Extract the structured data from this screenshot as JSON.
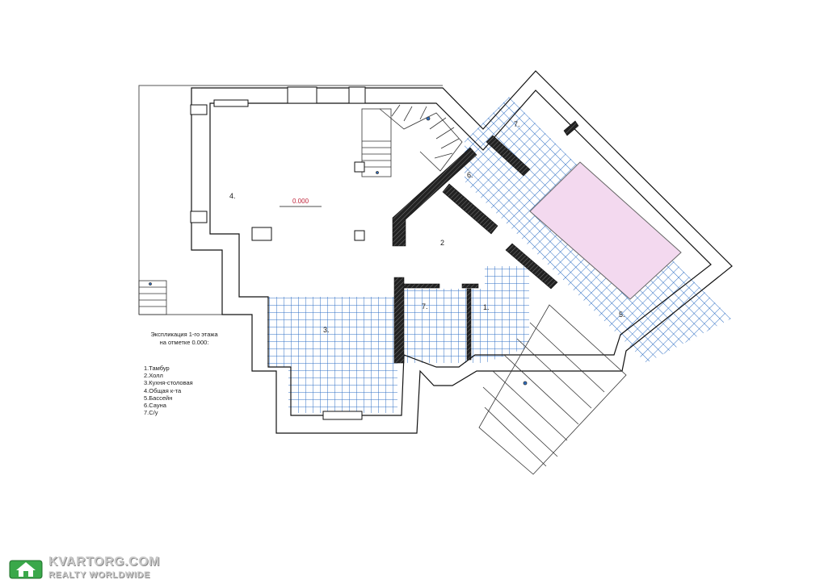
{
  "plan": {
    "level_mark": "0.000",
    "rooms": [
      {
        "id": "4",
        "label": "4."
      },
      {
        "id": "2",
        "label": "2"
      },
      {
        "id": "6",
        "label": "6."
      },
      {
        "id": "7a",
        "label": "7."
      },
      {
        "id": "3",
        "label": "3."
      },
      {
        "id": "7b",
        "label": "7."
      },
      {
        "id": "1",
        "label": "1."
      },
      {
        "id": "5",
        "label": "5."
      }
    ]
  },
  "legend": {
    "title_line1": "Экспликация 1-го этажа",
    "title_line2": "на отметке 0.000:",
    "items": [
      "1.Тамбур",
      "2.Холл",
      "3.Кухня-столовая",
      "4.Общая к-та",
      "5.Бассейн",
      "6.Сауна",
      "7.С/у"
    ]
  },
  "watermark": {
    "line1": "KVARTORG.COM",
    "line2": "REALTY WORLDWIDE"
  },
  "colors": {
    "wall": "#111111",
    "tile": "#2f6fc4",
    "pool": "#f3d9ef",
    "thin": "#555555",
    "accent": "#c0243a"
  }
}
